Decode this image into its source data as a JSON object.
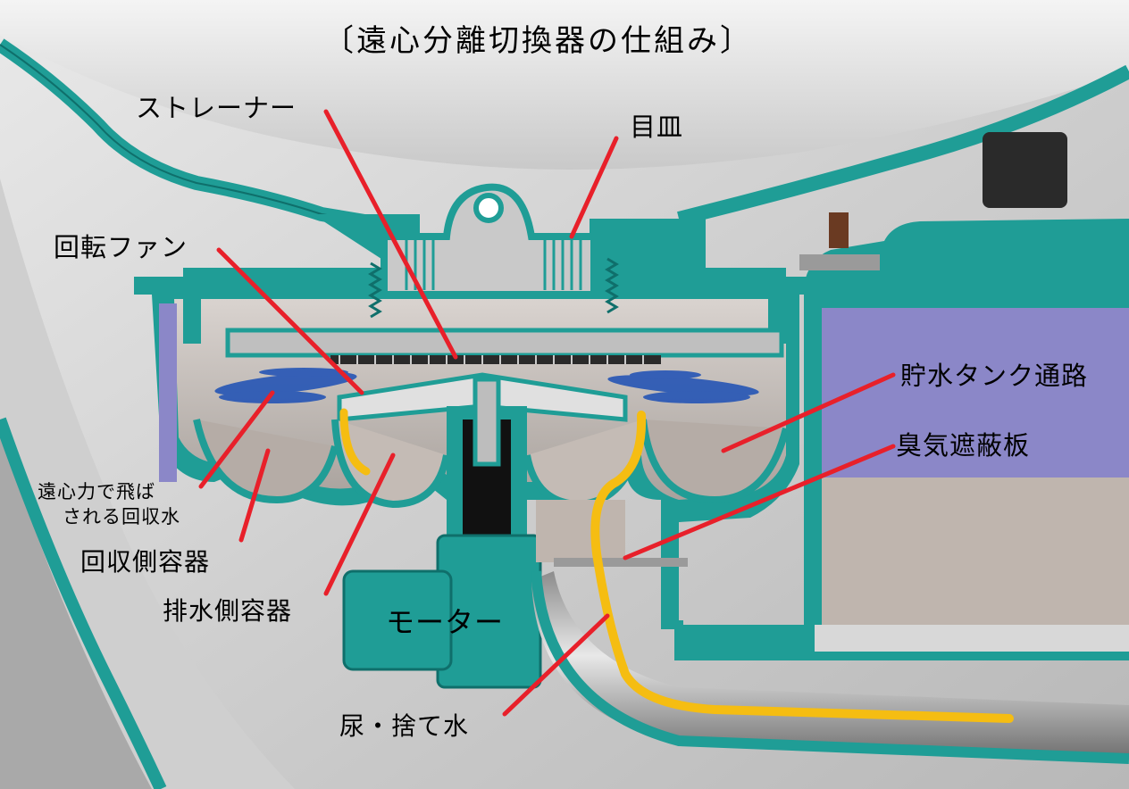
{
  "title": "〔遠心分離切換器の仕組み〕",
  "labels": {
    "strainer": "ストレーナー",
    "meza": "目皿",
    "rotating_fan": "回転ファン",
    "tank_passage": "貯水タンク通路",
    "odor_shield": "臭気遮蔽板",
    "centrifugal_water_line1": "遠心力で飛ば",
    "centrifugal_water_line2": "される回収水",
    "recovery_container": "回収側容器",
    "drain_container": "排水側容器",
    "motor": "モーター",
    "urine_waste": "尿・捨て水"
  },
  "colors": {
    "teal": "#1f9d96",
    "teal_dark": "#0f6f6b",
    "leader_red": "#e8202a",
    "flow_yellow": "#f5bd12",
    "spray_blue": "#1c4fb5",
    "tank_purple": "#8b87c8",
    "metal_gray": "#b9b4b0"
  }
}
